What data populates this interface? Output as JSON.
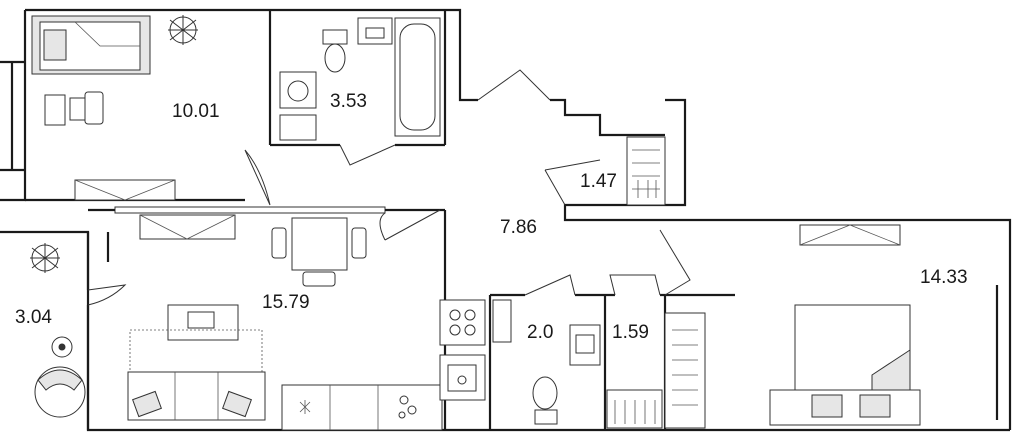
{
  "rooms": [
    {
      "id": "bedroom-small",
      "area": "10.01"
    },
    {
      "id": "bathroom",
      "area": "3.53"
    },
    {
      "id": "wardrobe-small",
      "area": "1.47"
    },
    {
      "id": "hallway",
      "area": "7.86"
    },
    {
      "id": "bedroom-large",
      "area": "14.33"
    },
    {
      "id": "balcony",
      "area": "3.04"
    },
    {
      "id": "living-kitchen",
      "area": "15.79"
    },
    {
      "id": "toilet",
      "area": "2.0"
    },
    {
      "id": "storage",
      "area": "1.59"
    }
  ],
  "icons": [
    "plant-icon",
    "bed-icon",
    "sofa-icon",
    "tv-icon",
    "laptop-icon",
    "bathtub-icon",
    "toilet-icon",
    "sink-icon",
    "washing-machine-icon",
    "stove-icon",
    "armchair-icon",
    "table-icon"
  ],
  "colors": {
    "wall": "#1a1a1a",
    "furniture_fill": "#e6e6e6",
    "background": "#ffffff"
  }
}
